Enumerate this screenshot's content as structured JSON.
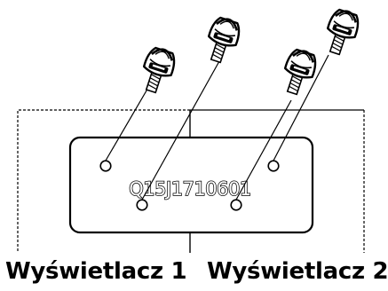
{
  "panel_code": "Q15J1710601",
  "display_labels": [
    "Wyświetlacz 1",
    "Wyświetlacz 2"
  ],
  "colors": {
    "stroke": "#000000",
    "screw_fill": "#ffffff",
    "background": "#ffffff"
  },
  "icons": [
    "thumb-screw-icon",
    "screw-hole-icon"
  ]
}
